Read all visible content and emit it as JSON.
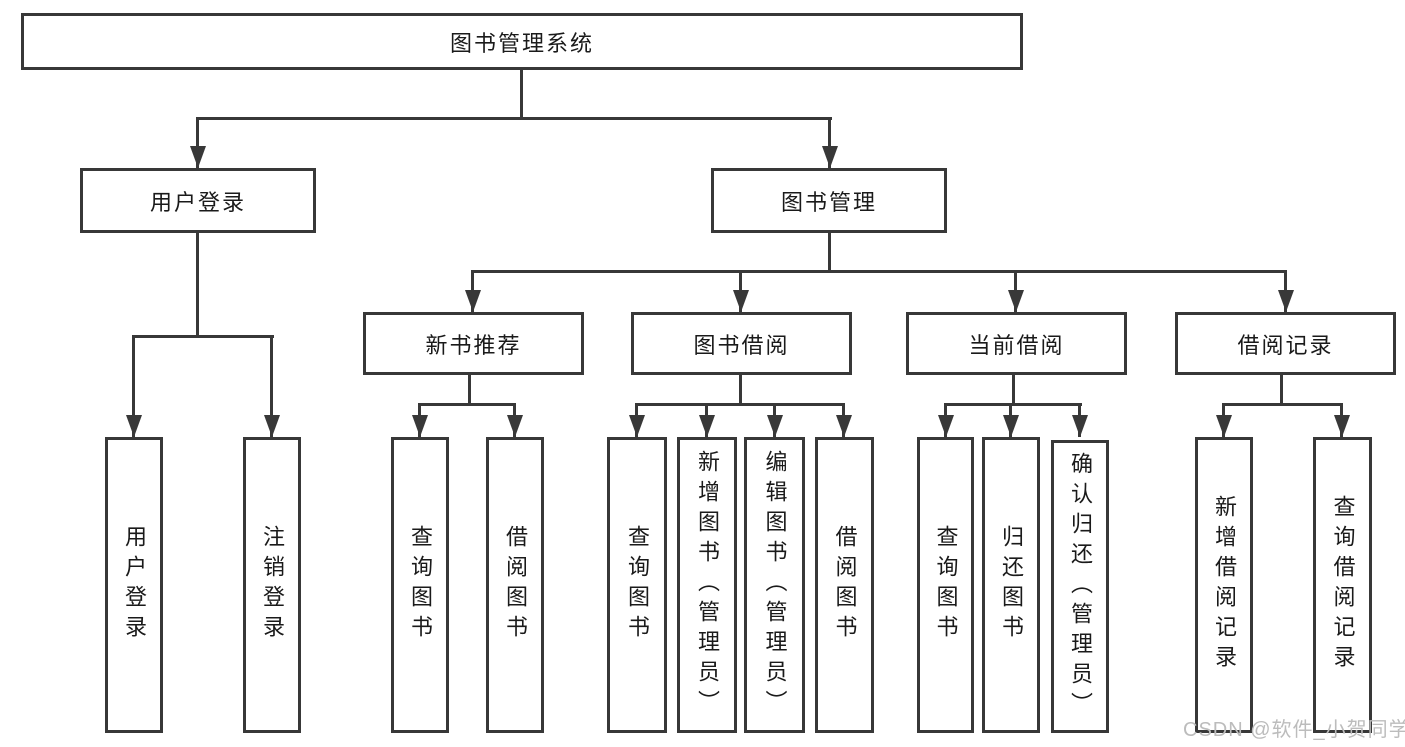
{
  "tree": {
    "root": "图书管理系统",
    "branches": [
      {
        "label": "用户登录",
        "children": [
          {
            "label": "用户登录"
          },
          {
            "label": "注销登录"
          }
        ]
      },
      {
        "label": "图书管理",
        "children": [
          {
            "label": "新书推荐",
            "children": [
              {
                "label": "查询图书"
              },
              {
                "label": "借阅图书"
              }
            ]
          },
          {
            "label": "图书借阅",
            "children": [
              {
                "label": "查询图书"
              },
              {
                "label": "新增图书（管理员）"
              },
              {
                "label": "编辑图书（管理员）"
              },
              {
                "label": "借阅图书"
              }
            ]
          },
          {
            "label": "当前借阅",
            "children": [
              {
                "label": "查询图书"
              },
              {
                "label": "归还图书"
              },
              {
                "label": "确认归还（管理员）"
              }
            ]
          },
          {
            "label": "借阅记录",
            "children": [
              {
                "label": "新增借阅记录"
              },
              {
                "label": "查询借阅记录"
              }
            ]
          }
        ]
      }
    ]
  },
  "watermark": {
    "text": "CSDN @软件_小贺同学"
  },
  "colors": {
    "line": "#383838",
    "text": "#1a1a1a",
    "watermark": "#bcbcbc",
    "background": "#ffffff"
  }
}
